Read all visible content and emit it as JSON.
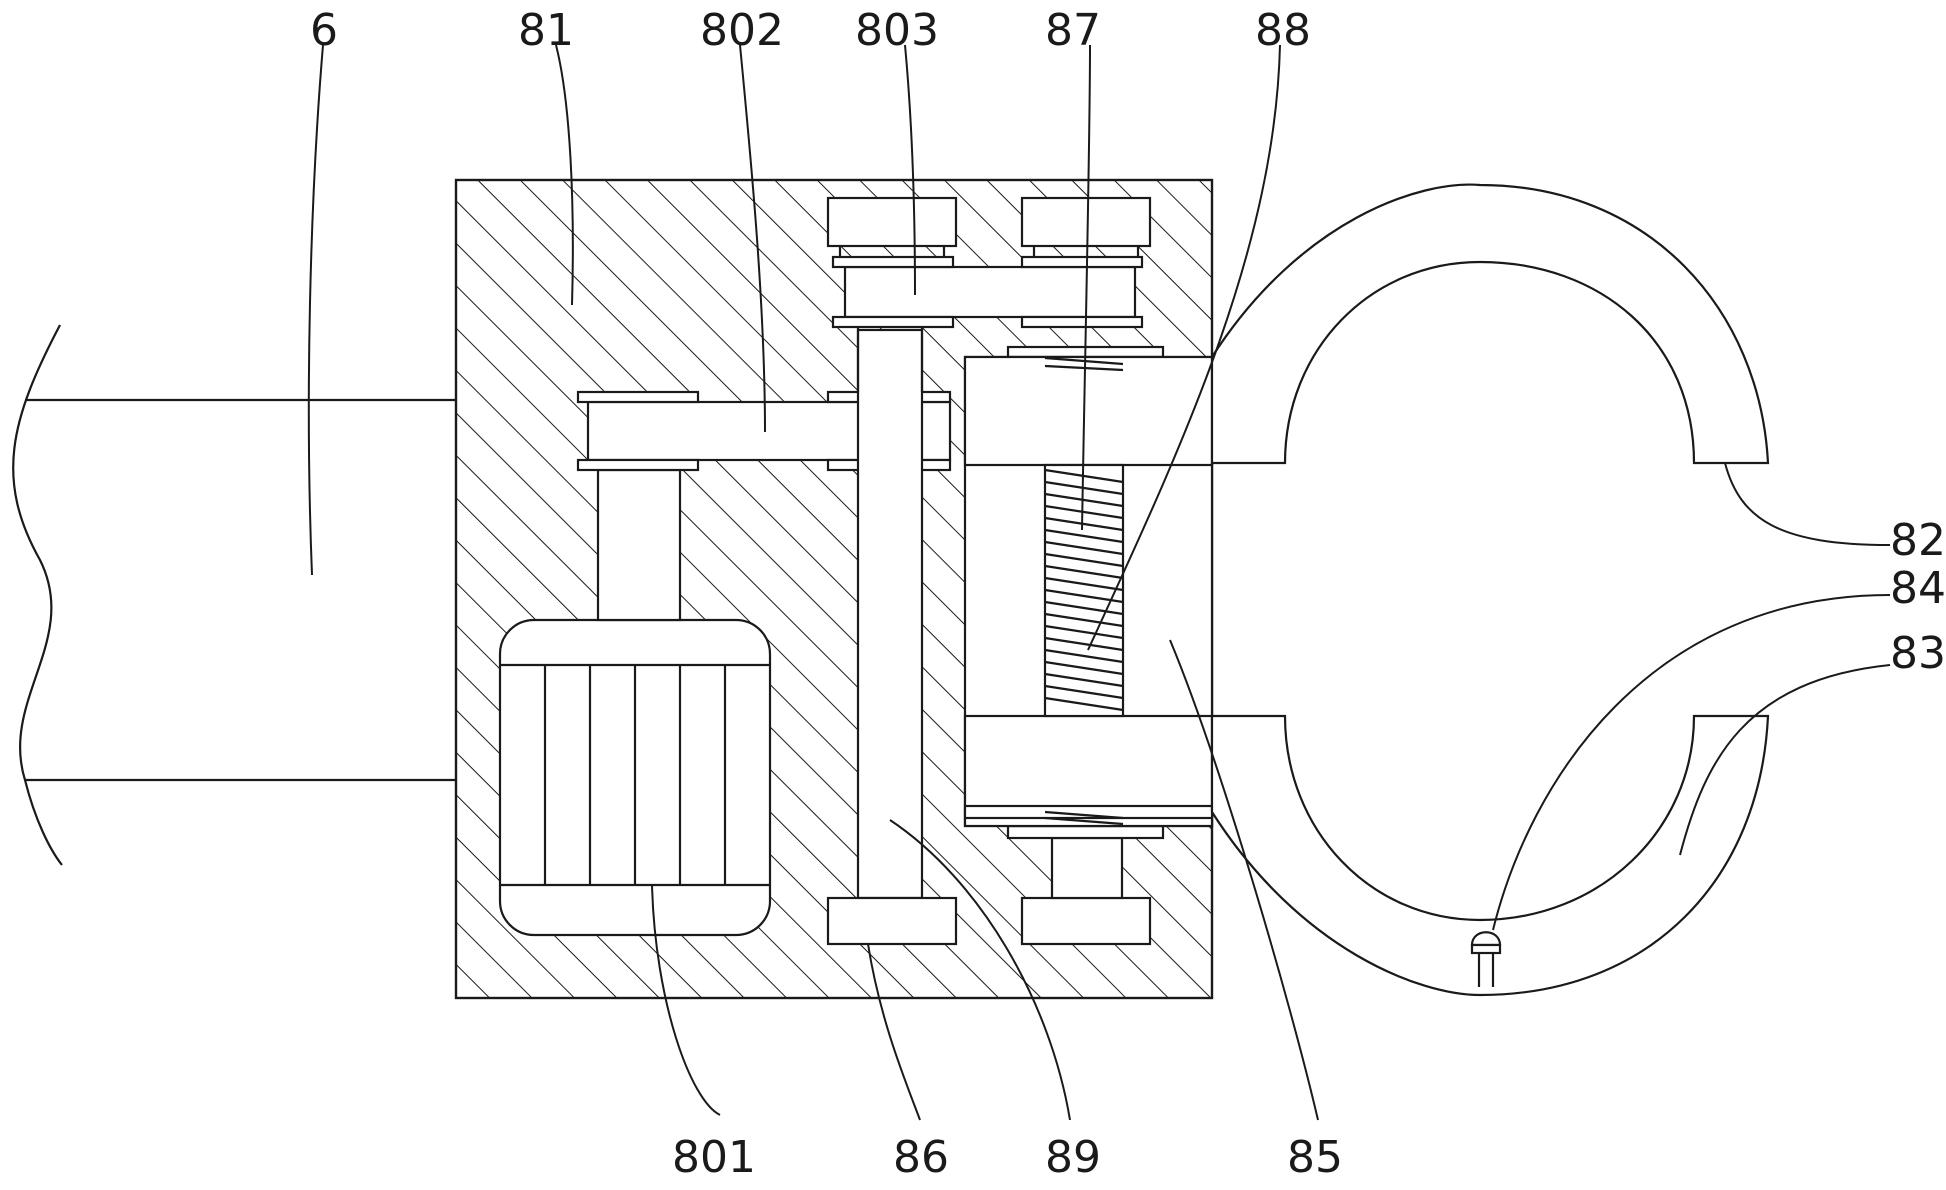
{
  "diagram": {
    "labels": {
      "l6": "6",
      "l81": "81",
      "l802": "802",
      "l803": "803",
      "l87": "87",
      "l88": "88",
      "l82": "82",
      "l84": "84",
      "l83": "83",
      "l801": "801",
      "l86": "86",
      "l89": "89",
      "l85": "85"
    }
  }
}
